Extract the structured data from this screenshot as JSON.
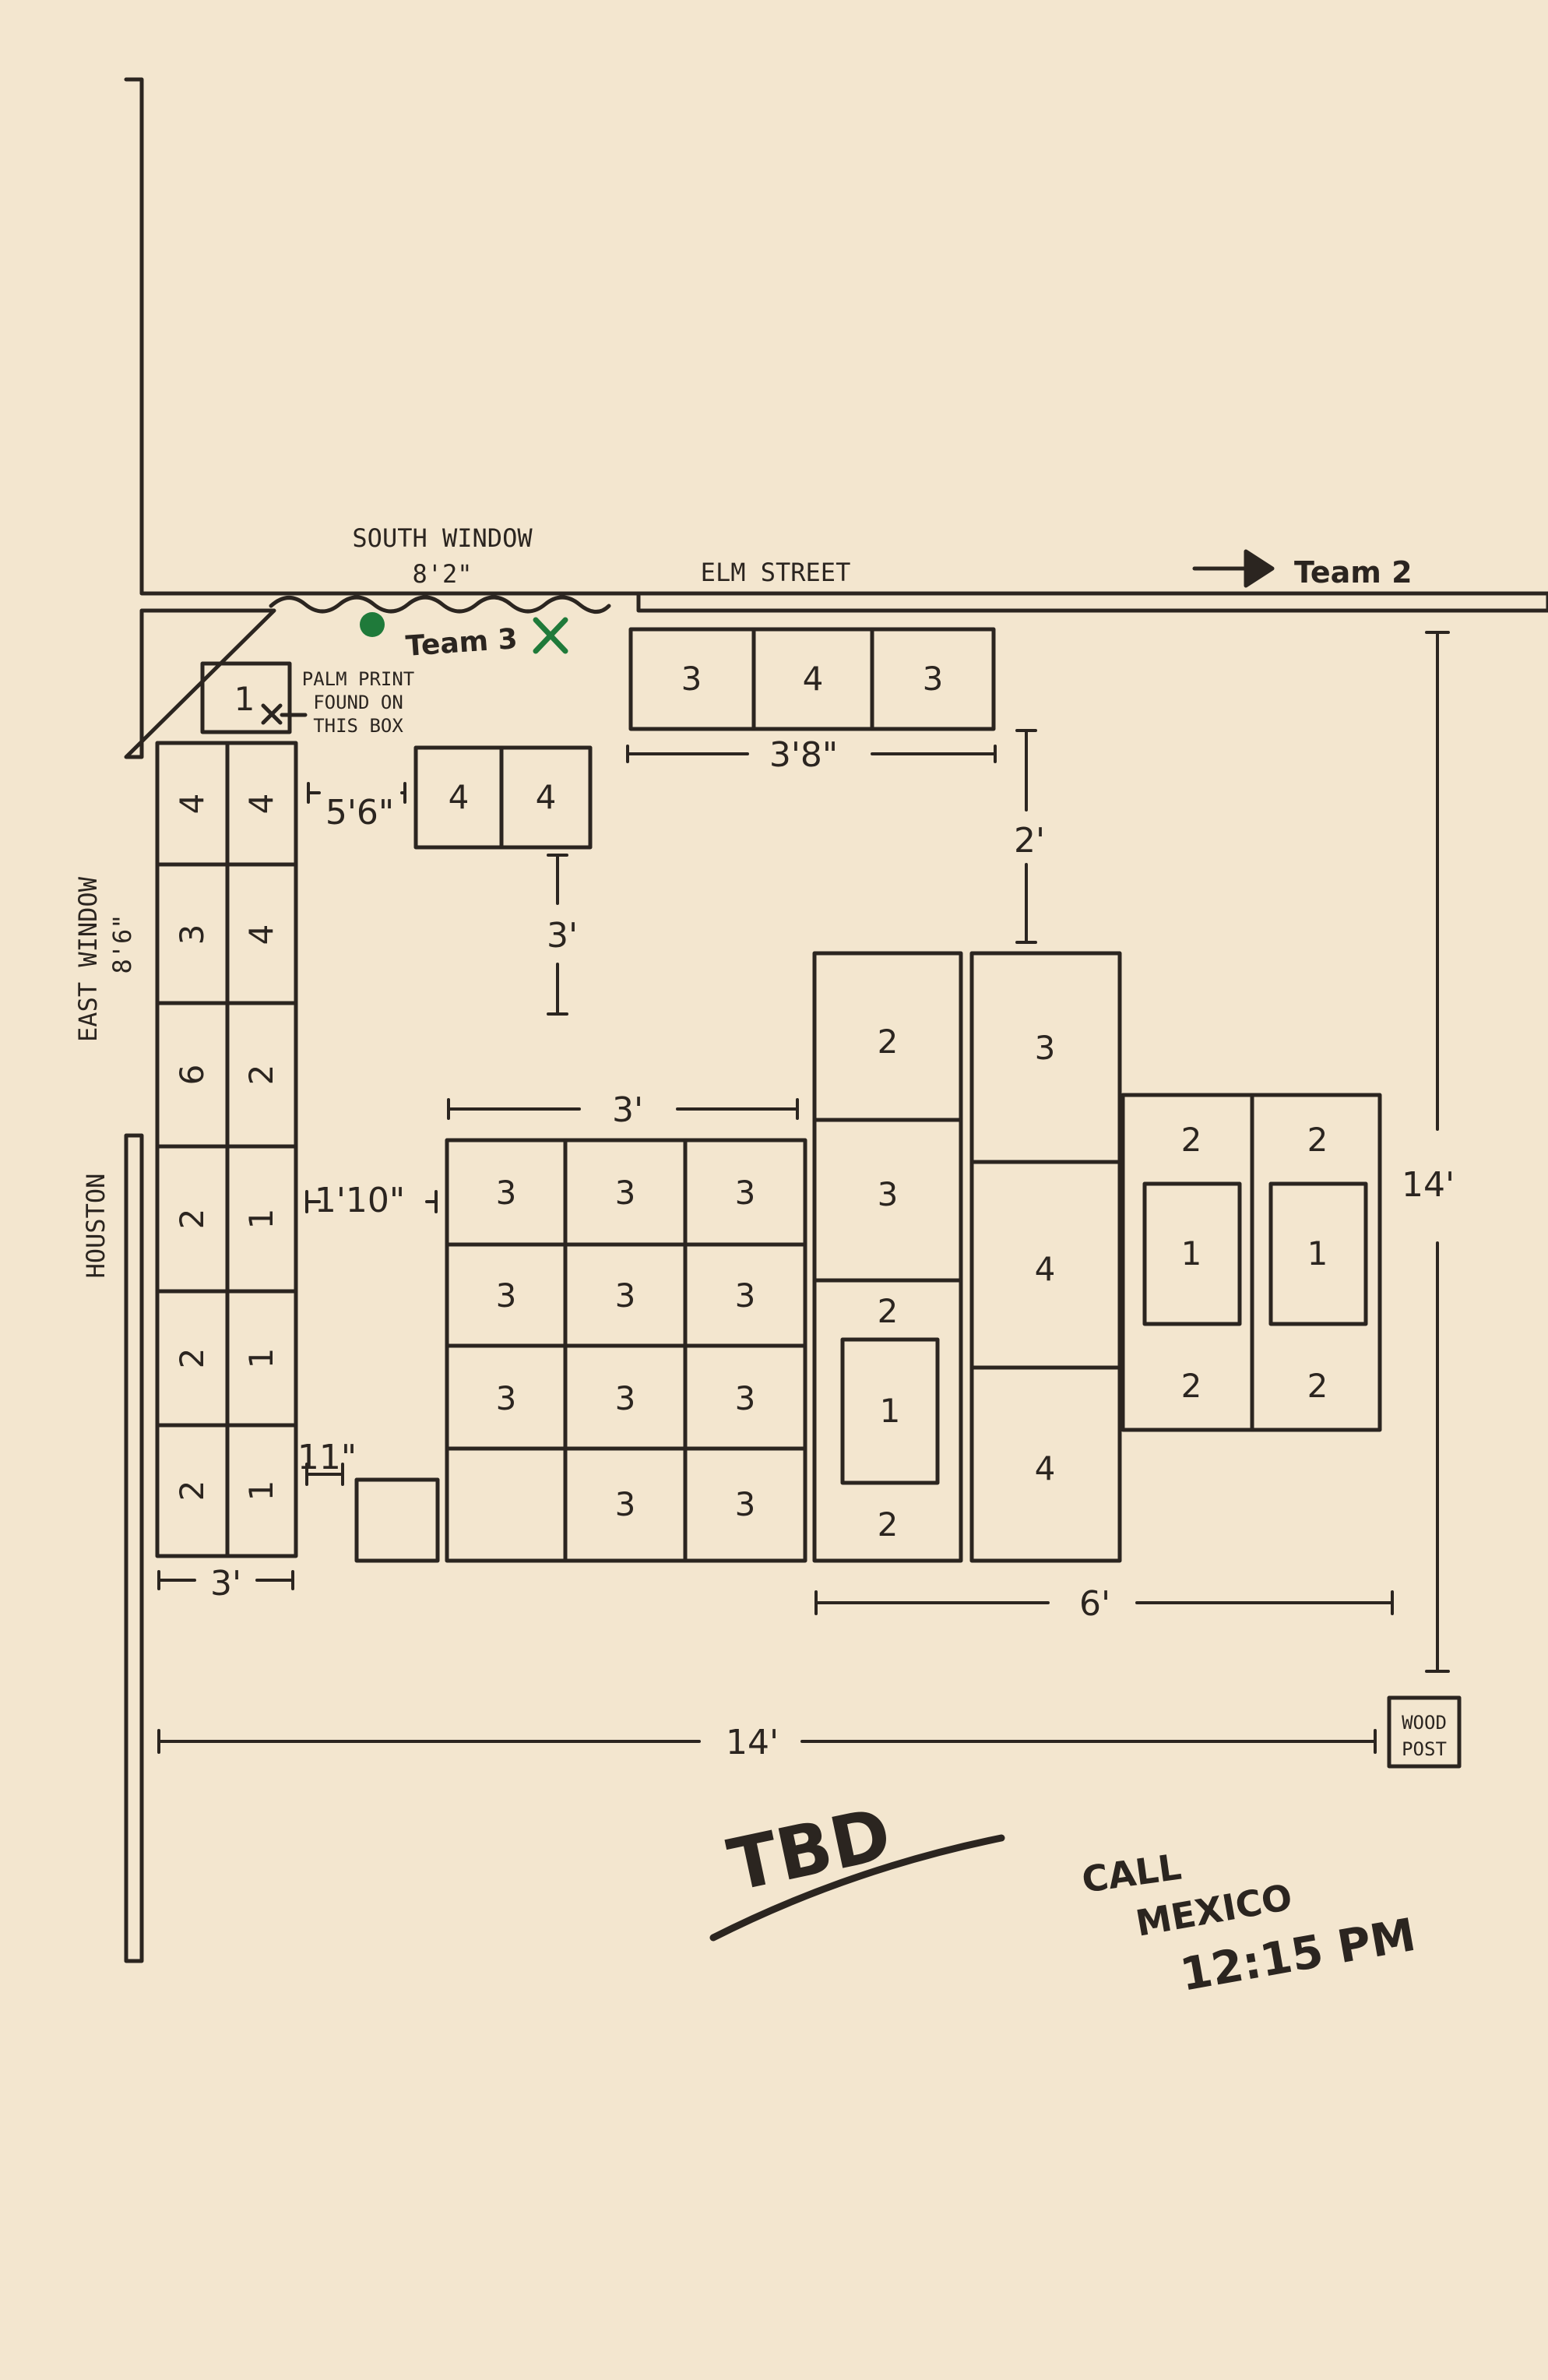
{
  "colors": {
    "paper": "#f3e6cf",
    "ink": "#2b2520",
    "marker_green": "#1f7a3a"
  },
  "labels": {
    "south_window": "SOUTH WINDOW",
    "south_window_dim": "8'2\"",
    "elm_street": "ELM STREET",
    "team2": "Team 2",
    "team3": "Team 3",
    "palm_print_1": "PALM PRINT",
    "palm_print_2": "FOUND ON",
    "palm_print_3": "THIS BOX",
    "east_window": "EAST WINDOW",
    "east_window_dim": "8'6\"",
    "houston": "HOUSTON",
    "wood_post_1": "WOOD",
    "wood_post_2": "POST",
    "tbd": "TBD",
    "call_1": "CALL",
    "call_2": "MEXICO",
    "call_3": "12:15 PM"
  },
  "dimensions": {
    "d_3_8": "3'8\"",
    "d_5_6": "5'6\"",
    "d_2": "2'",
    "d_3_a": "3'",
    "d_3_b": "3'",
    "d_1_10": "1'10\"",
    "d_11": "11\"",
    "d_3_c": "3'",
    "d_6": "6'",
    "d_14_h": "14'",
    "d_14_v": "14'"
  },
  "boxes": {
    "palm_box": "1",
    "top_row": [
      "3",
      "4",
      "3"
    ],
    "pair": [
      "4",
      "4"
    ],
    "east_stack_left": [
      "4",
      "3",
      "6",
      "2",
      "2",
      "2"
    ],
    "east_stack_right": [
      "4",
      "4",
      "2",
      "1",
      "1",
      "1"
    ],
    "center_grid": [
      [
        "3",
        "3",
        "3"
      ],
      [
        "3",
        "3",
        "3"
      ],
      [
        "3",
        "3",
        "3"
      ],
      [
        "",
        "3",
        "3"
      ]
    ],
    "col_a": [
      "2",
      "3",
      "2",
      "1",
      "2"
    ],
    "col_b": [
      "3",
      "4",
      "4"
    ],
    "right_left": [
      "2",
      "1",
      "2"
    ],
    "right_right": [
      "2",
      "1",
      "2"
    ]
  }
}
